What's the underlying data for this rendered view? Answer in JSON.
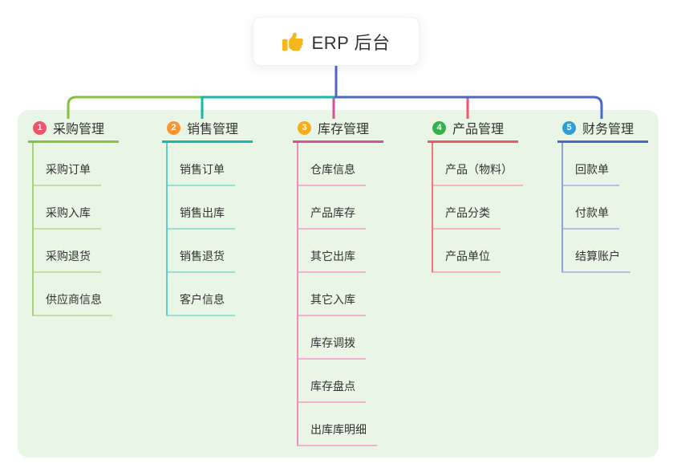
{
  "canvas": {
    "background": "#e9f6e5"
  },
  "root": {
    "label": "ERP 后台",
    "icon": "thumbs-up-icon",
    "icon_color": "#f5b81c"
  },
  "connector_colors": {
    "trunk": "#4b68c9"
  },
  "branches": [
    {
      "badge": "1",
      "label": "采购管理",
      "badge_color": "#f4536e",
      "line_color": "#85c23d",
      "vline_color": "#a4d378",
      "uline_color": "#c2e1a0",
      "children": [
        "采购订单",
        "采购入库",
        "采购退货",
        "供应商信息"
      ]
    },
    {
      "badge": "2",
      "label": "销售管理",
      "badge_color": "#fa9632",
      "line_color": "#14b9ac",
      "vline_color": "#5ecfc4",
      "uline_color": "#96e0d8",
      "children": [
        "销售订单",
        "销售出库",
        "销售退货",
        "客户信息"
      ]
    },
    {
      "badge": "3",
      "label": "库存管理",
      "badge_color": "#fbab18",
      "line_color": "#d6509b",
      "vline_color": "#ee8ec4",
      "uline_color": "#f3aed1",
      "children": [
        "仓库信息",
        "产品库存",
        "其它出库",
        "其它入库",
        "库存调拨",
        "库存盘点",
        "出库库明细"
      ]
    },
    {
      "badge": "4",
      "label": "产品管理",
      "badge_color": "#35b34a",
      "line_color": "#f2566a",
      "vline_color": "#f4737f",
      "uline_color": "#f8b8b8",
      "children": [
        "产品（物料）",
        "产品分类",
        "产品单位"
      ]
    },
    {
      "badge": "5",
      "label": "财务管理",
      "badge_color": "#2e9fd8",
      "line_color": "#4b68c9",
      "vline_color": "#8ba3dc",
      "uline_color": "#b0c0e6",
      "children": [
        "回款单",
        "付款单",
        "结算账户"
      ]
    }
  ]
}
